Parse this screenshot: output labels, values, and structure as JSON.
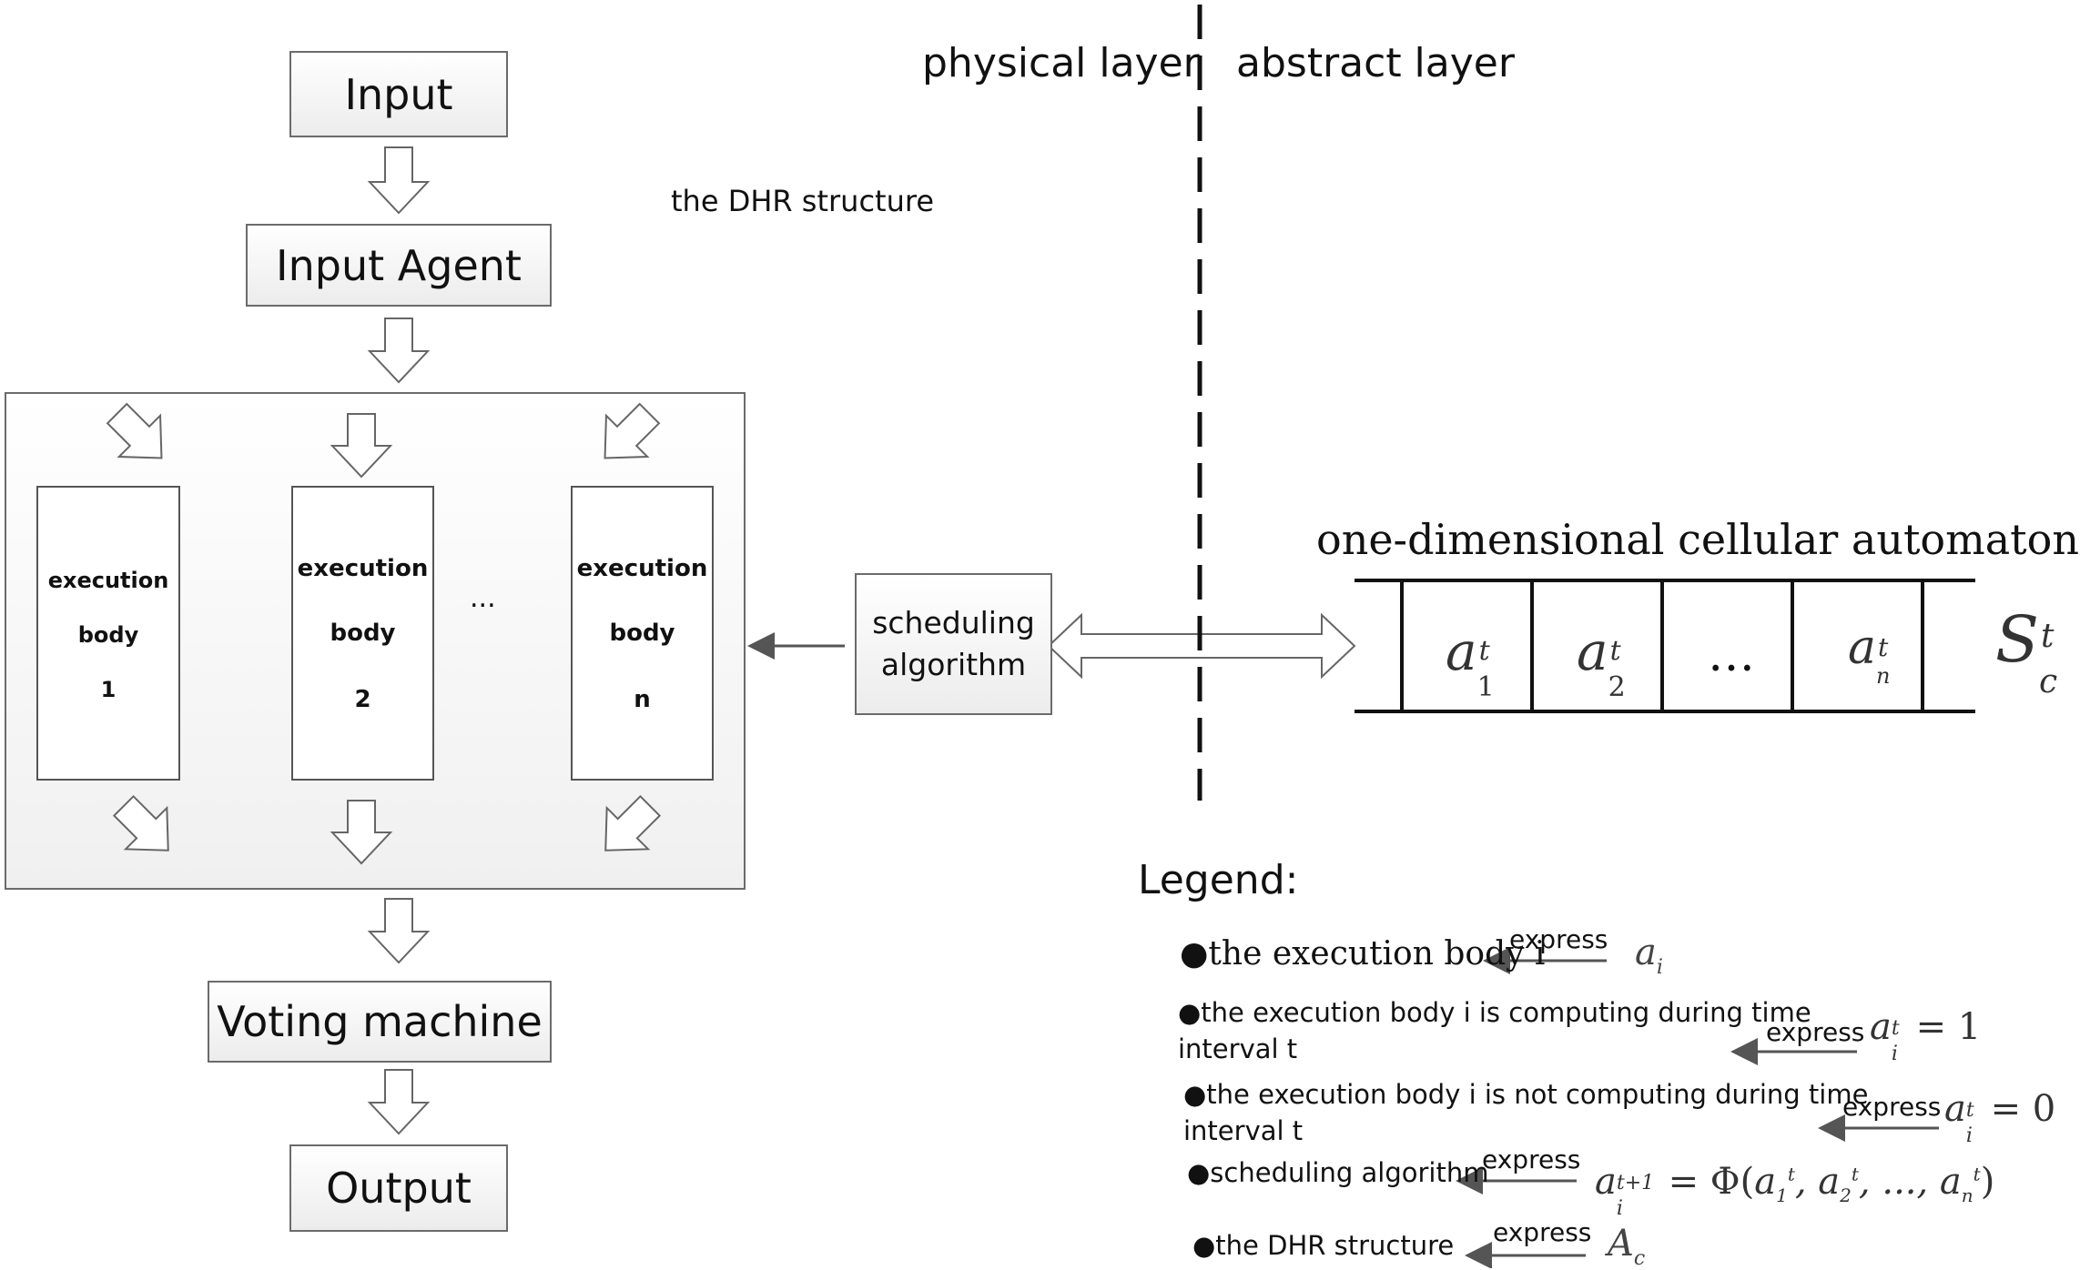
{
  "flow": {
    "input": "Input",
    "input_agent": "Input Agent",
    "dhr_label": "the DHR structure",
    "exec_bodies": [
      {
        "line1": "execution",
        "line2": "body",
        "line3": "1"
      },
      {
        "line1": "execution",
        "line2": "body",
        "line3": "2"
      },
      {
        "line1": "execution",
        "line2": "body",
        "line3": "n"
      }
    ],
    "ellipsis": "...",
    "voting": "Voting machine",
    "output": "Output",
    "scheduling_line1": "scheduling",
    "scheduling_line2": "algorithm"
  },
  "layers": {
    "physical": "physical layer",
    "abstract": "abstract layer"
  },
  "automaton": {
    "title": "one-dimensional cellular automaton A",
    "title_sub": "c",
    "cells": [
      {
        "base": "a",
        "sup": "t",
        "sub": "1"
      },
      {
        "base": "a",
        "sup": "t",
        "sub": "2"
      },
      {
        "base": "…",
        "sup": "",
        "sub": ""
      },
      {
        "base": "a",
        "sup": "t",
        "sub": "n"
      }
    ],
    "state": {
      "base": "S",
      "sup": "t",
      "sub": "c"
    }
  },
  "legend": {
    "title": "Legend:",
    "items": [
      {
        "text": "●the execution body i",
        "express": "express"
      },
      {
        "text1": "●the execution body i is computing during time",
        "text2": "interval t",
        "express": "express",
        "rhs": "= 1"
      },
      {
        "text1": "●the execution body i is not computing during time",
        "text2": "interval t",
        "express": "express",
        "rhs": "= 0"
      },
      {
        "text": "●scheduling algorithm",
        "express": "express",
        "formula_prefix": "= Φ(",
        "formula_suffix": ")"
      },
      {
        "text": "●the DHR structure",
        "express": "express"
      }
    ]
  }
}
